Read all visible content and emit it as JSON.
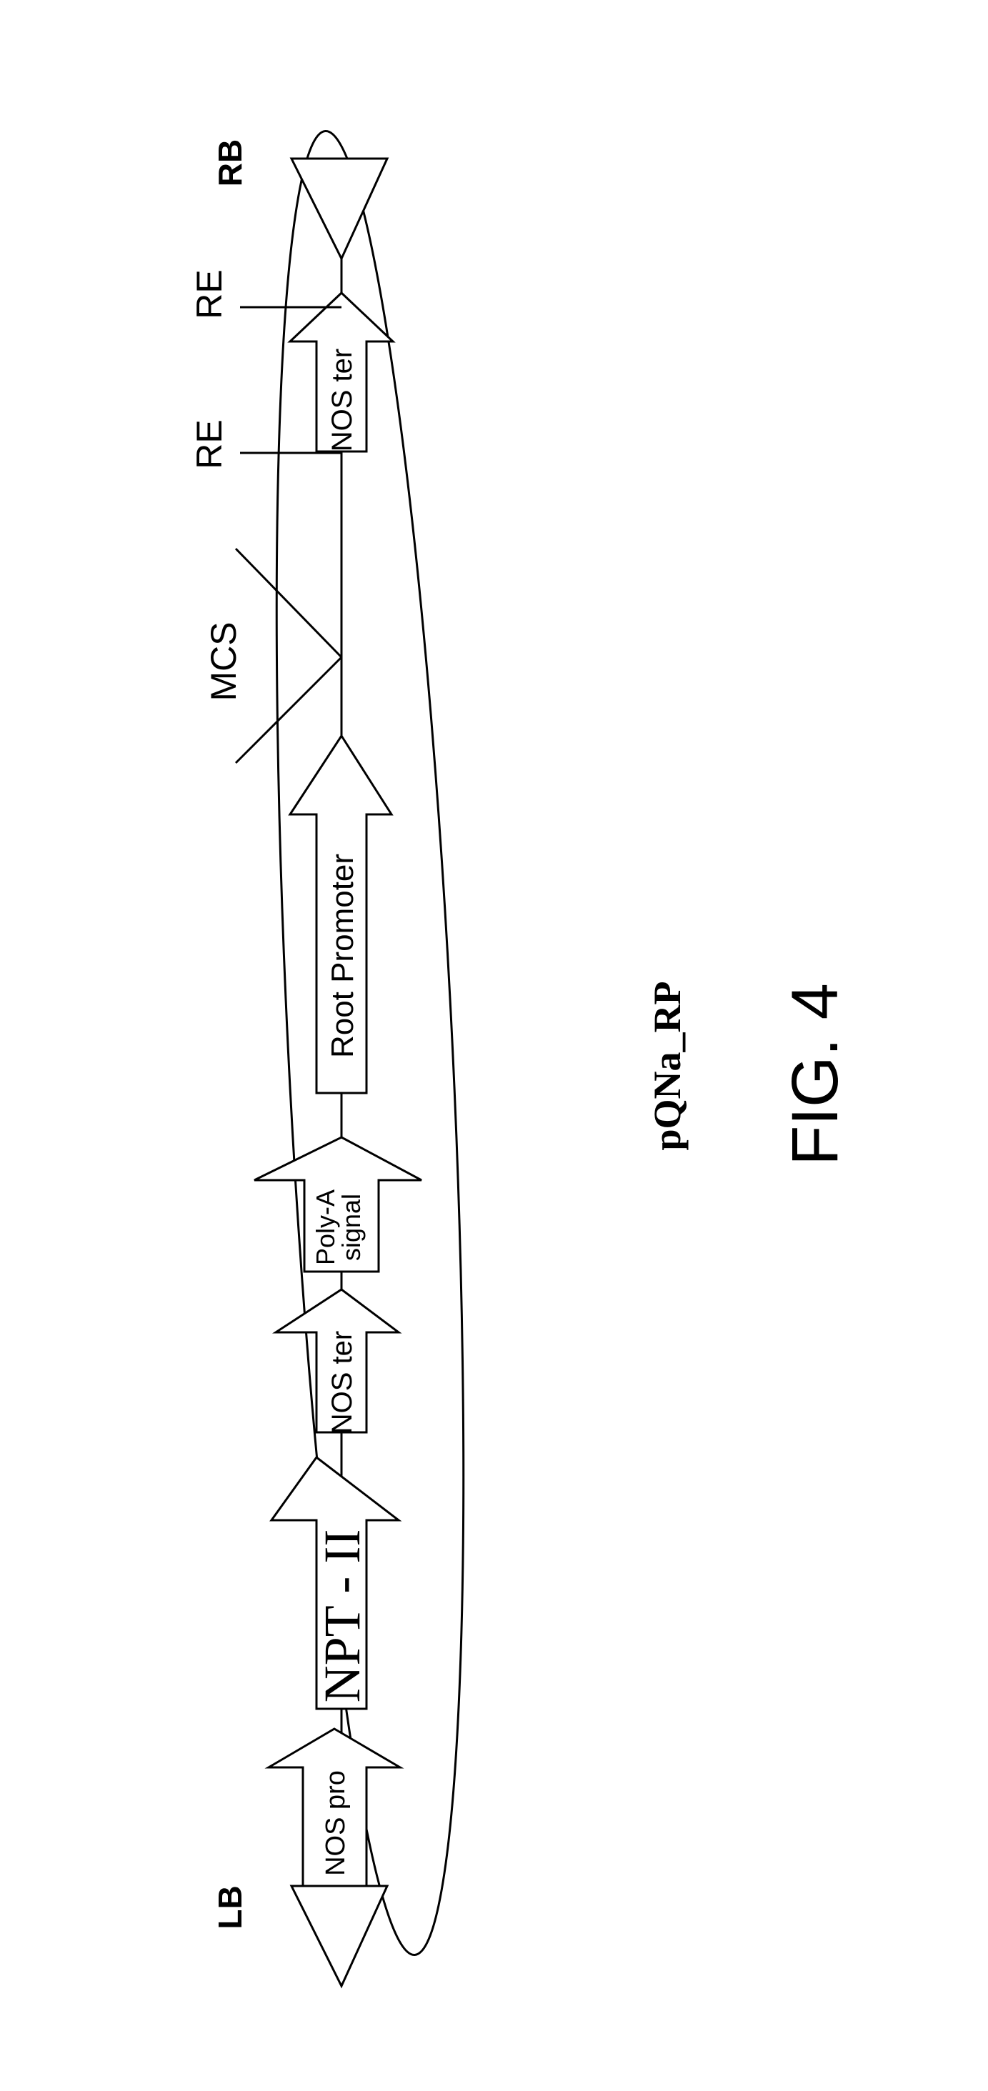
{
  "labels": {
    "lb": "LB",
    "rb": "RB",
    "nos_pro": "NOS pro",
    "npt_ii": "NPT - II",
    "nos_ter_1": "NOS ter",
    "poly_a_line1": "Poly-A",
    "poly_a_line2": "signal",
    "root_promoter": "Root Promoter",
    "mcs": "MCS",
    "re_1": "RE",
    "re_2": "RE",
    "nos_ter_2": "NOS ter",
    "vector_name": "pQNa_RP",
    "figure": "FIG. 4"
  }
}
